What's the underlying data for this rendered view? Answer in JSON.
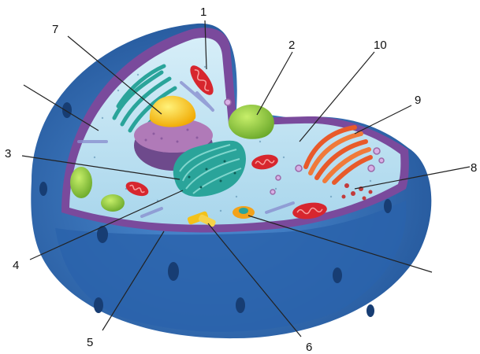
{
  "diagram": {
    "labels": [
      {
        "id": "l1",
        "text": "1"
      },
      {
        "id": "l2",
        "text": "2"
      },
      {
        "id": "l3",
        "text": "3"
      },
      {
        "id": "l4",
        "text": "4"
      },
      {
        "id": "l5",
        "text": "5"
      },
      {
        "id": "l6",
        "text": "6"
      },
      {
        "id": "l7",
        "text": "7"
      },
      {
        "id": "l8",
        "text": "8"
      },
      {
        "id": "l9",
        "text": "9"
      },
      {
        "id": "l10",
        "text": "10"
      }
    ]
  },
  "colors": {
    "outer_shell": "#2f6db5",
    "shell_dark": "#1f4f8f",
    "membrane": "#7a4a9c",
    "cytoplasm": "#bfe3f2",
    "nucleus": "#9c6aa8",
    "nucleolus": "#f2c21a",
    "er": "#2aa49a",
    "mitochondria": "#d7262e",
    "golgi": "#e85a2a",
    "vacuole": "#8cc63f"
  }
}
